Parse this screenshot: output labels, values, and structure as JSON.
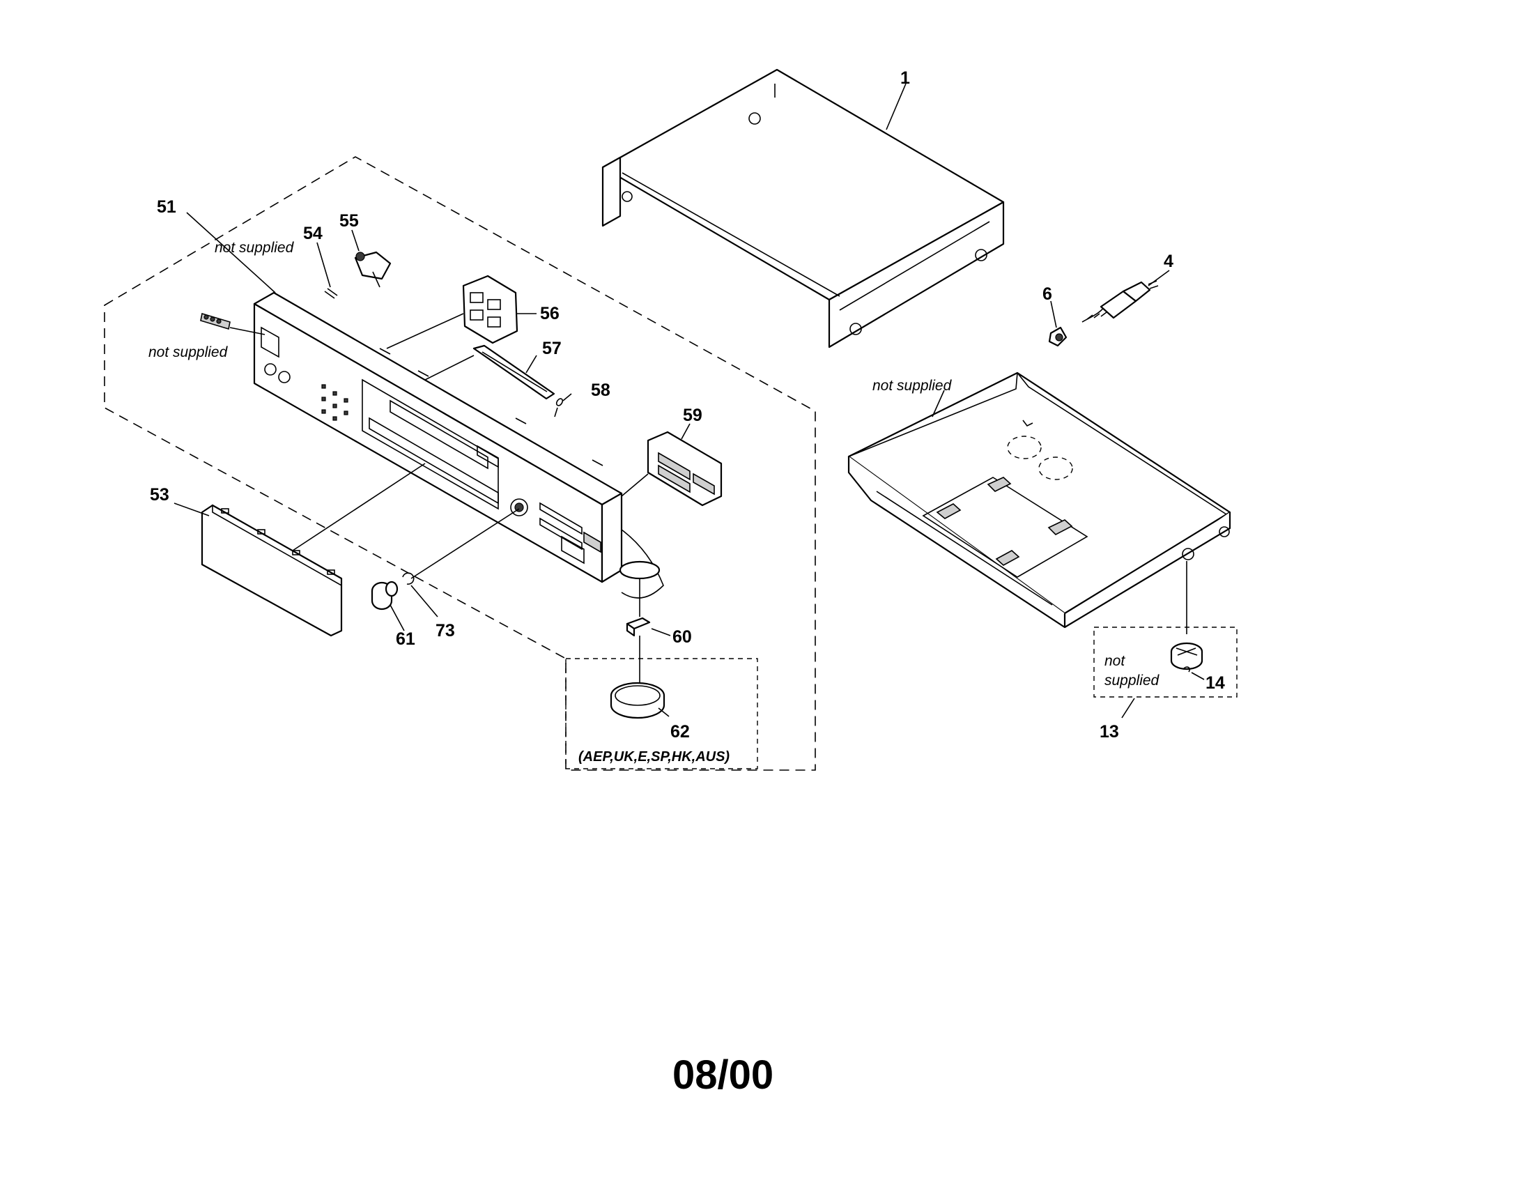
{
  "callouts": {
    "c1": "1",
    "c4": "4",
    "c6": "6",
    "c13": "13",
    "c14": "14",
    "c51": "51",
    "c53": "53",
    "c54": "54",
    "c55": "55",
    "c56": "56",
    "c57": "57",
    "c58": "58",
    "c59": "59",
    "c60": "60",
    "c61": "61",
    "c62": "62",
    "c73": "73"
  },
  "notes": {
    "not_supplied_51": "not supplied",
    "not_supplied_left": "not supplied",
    "not_supplied_chassis": "not supplied",
    "not_supplied_foot_line1": "not",
    "not_supplied_foot_line2": "supplied"
  },
  "region_label": "(AEP,UK,E,SP,HK,AUS)",
  "footer_code": "08/00"
}
